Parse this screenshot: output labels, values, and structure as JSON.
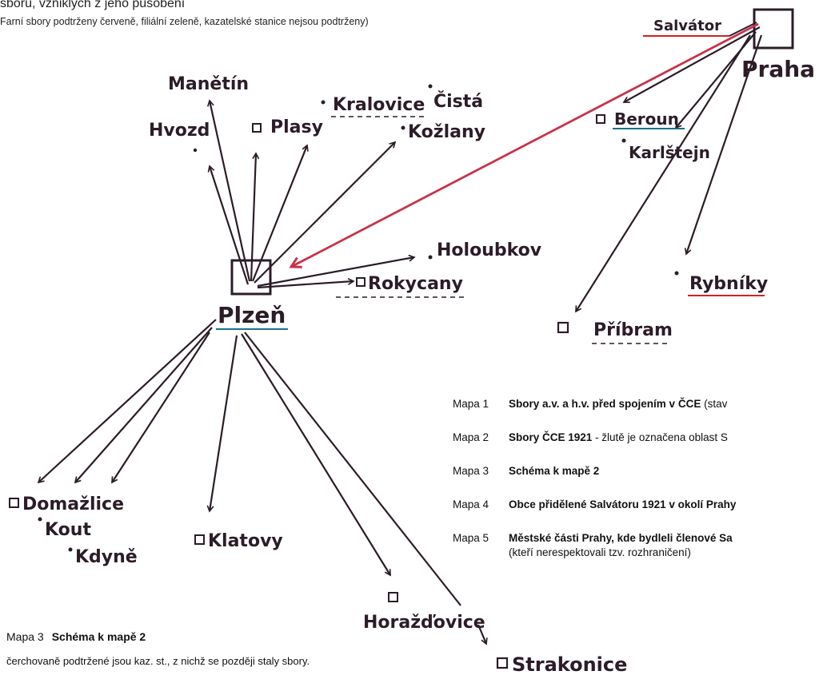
{
  "header": {
    "title": "sboru, vzniklých z jeho působení",
    "subtitle": "Farní sbory podtrženy červeně, filiální zeleně, kazatelské stanice nejsou podtrženy)"
  },
  "places": {
    "salvator": "Salvátor",
    "praha": "Praha",
    "beroun": "Beroun",
    "karlstejn": "Karlštejn",
    "rybniky": "Rybníky",
    "pribram": "Příbram",
    "plzen": "Plzeň",
    "manetin": "Manětín",
    "hvozd": "Hvozd",
    "plasy": "Plasy",
    "kralovice": "Kralovice",
    "cista": "Čistá",
    "kozlany": "Kožlany",
    "holoubkov": "Holoubkov",
    "rokycany": "Rokycany",
    "domazlice": "Domažlice",
    "kout": "Kout",
    "kdyne": "Kdyně",
    "klatovy": "Klatovy",
    "horazdovice": "Horažďovice",
    "strakonice": "Strakonice"
  },
  "legend": [
    {
      "num": "Mapa 1",
      "title": "Sbory a.v. a h.v. před spojením v ČCE",
      "rest": "  (stav"
    },
    {
      "num": "Mapa 2",
      "title": "Sbory ČCE  1921",
      "rest": " - žlutě je označena oblast S"
    },
    {
      "num": "Mapa 3",
      "title": "Schéma k mapě 2",
      "rest": ""
    },
    {
      "num": "Mapa 4",
      "title": "Obce přidělené Salvátoru 1921 v okolí Prahy",
      "rest": ""
    },
    {
      "num": "Mapa 5",
      "title": "Městské části Prahy, kde bydleli členové Sa",
      "rest": ""
    }
  ],
  "legend_note": "(kteří nerespektovali tzv. rozhraničení)",
  "caption": {
    "num": "Mapa 3",
    "title": "Schéma k mapě 2",
    "note": "čerchovaně podtržené jsou kaz. st., z nichž se později staly sbory."
  },
  "colors": {
    "ink": "#2c1c28",
    "parish_underline": "#d42020",
    "filial_underline": "#1a6f8f",
    "arrow_praha_plzen": "#c8324a"
  }
}
